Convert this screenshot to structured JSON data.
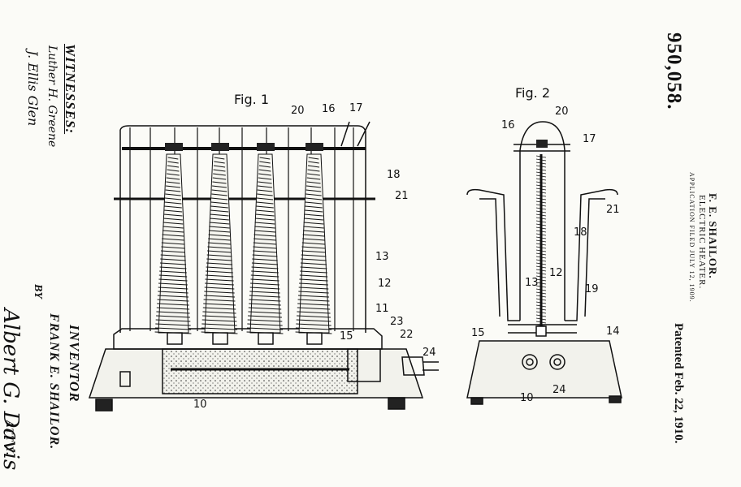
{
  "patent_number": "950,058.",
  "inventor_header": "F. E. SHAILOR.",
  "title": "ELECTRIC HEATER.",
  "filing": "APPLICATION FILED JULY 12, 1909.",
  "patented": "Patented Feb. 22, 1910.",
  "witnesses_label": "WITNESSES:",
  "witness_signatures": [
    "Luther H. Greene",
    "J. Ellis Glen"
  ],
  "inventor_label": "INVENTOR",
  "inventor_name": "FRANK E. SHAILOR.",
  "by_label": "BY",
  "attorney_signature": "Albert G. Davis",
  "attorney_label": "ATT'Y.",
  "figures": {
    "fig1": {
      "label": "Fig. 1",
      "refs": [
        "20",
        "16",
        "17",
        "18",
        "21",
        "13",
        "12",
        "11",
        "23",
        "22",
        "24",
        "15",
        "10"
      ]
    },
    "fig2": {
      "label": "Fig. 2",
      "refs": [
        "20",
        "16",
        "17",
        "21",
        "18",
        "12",
        "13",
        "19",
        "15",
        "14",
        "24",
        "10"
      ]
    }
  }
}
